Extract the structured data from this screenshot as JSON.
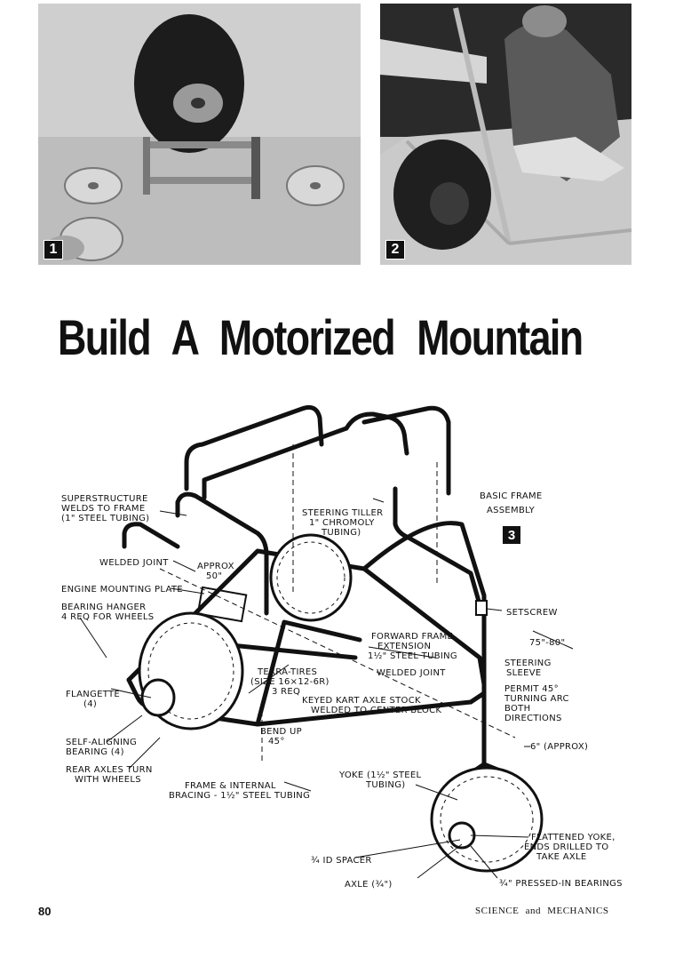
{
  "photos": [
    {
      "number": "1"
    },
    {
      "number": "2"
    }
  ],
  "headline": "Build A Motorized Mountain",
  "diagram": {
    "title_line1": "BASIC FRAME",
    "title_line2": "ASSEMBLY",
    "figure_number": "3",
    "labels": {
      "superstructure1": "SUPERSTRUCTURE",
      "superstructure2": "WELDS TO FRAME",
      "superstructure3": "(1\" STEEL TUBING)",
      "steering_tiller1": "STEERING TILLER",
      "steering_tiller2": "1\" CHROMOLY",
      "steering_tiller3": "TUBING)",
      "welded_joint_top": "WELDED JOINT",
      "approx1": "APPROX",
      "approx2": "50\"",
      "engine_plate": "ENGINE MOUNTING PLATE",
      "bearing_hanger1": "BEARING HANGER",
      "bearing_hanger2": "4 REQ FOR WHEELS",
      "setscrew": "SETSCREW",
      "forward_ext1": "FORWARD FRAME",
      "forward_ext2": "EXTENSION",
      "forward_ext3": "1½\" STEEL TUBING",
      "length": "75\"-80\"",
      "steering_sleeve1": "STEERING",
      "steering_sleeve2": "SLEEVE",
      "terra1": "TERRA-TIRES",
      "terra2": "(SIZE 16×12-6R)",
      "terra3": "3 REQ",
      "welded_joint_mid": "WELDED JOINT",
      "permit1": "PERMIT 45°",
      "permit2": "TURNING ARC",
      "permit3": "BOTH",
      "permit4": "DIRECTIONS",
      "flangette1": "FLANGETTE",
      "flangette2": "(4)",
      "keyed1": "KEYED KART AXLE STOCK",
      "keyed2": "WELDED TO CENTER BLOCK",
      "bend1": "BEND UP",
      "bend2": "45°",
      "six_inch": "6\" (APPROX)",
      "self_align1": "SELF-ALIGNING",
      "self_align2": "BEARING (4)",
      "rear_axles1": "REAR AXLES TURN",
      "rear_axles2": "WITH WHEELS",
      "yoke1": "YOKE (1½\" STEEL",
      "yoke2": "TUBING)",
      "frame_bracing1": "FRAME & INTERNAL",
      "frame_bracing2": "BRACING - 1½\" STEEL TUBING",
      "flattened1": "FLATTENED YOKE,",
      "flattened2": "ENDS DRILLED TO",
      "flattened3": "TAKE AXLE",
      "spacer": "¾ ID SPACER",
      "axle": "AXLE (¾\")",
      "pressed": "¾\" PRESSED-IN BEARINGS"
    }
  },
  "footer": {
    "page_number": "80",
    "publication": "SCIENCE and MECHANICS"
  }
}
